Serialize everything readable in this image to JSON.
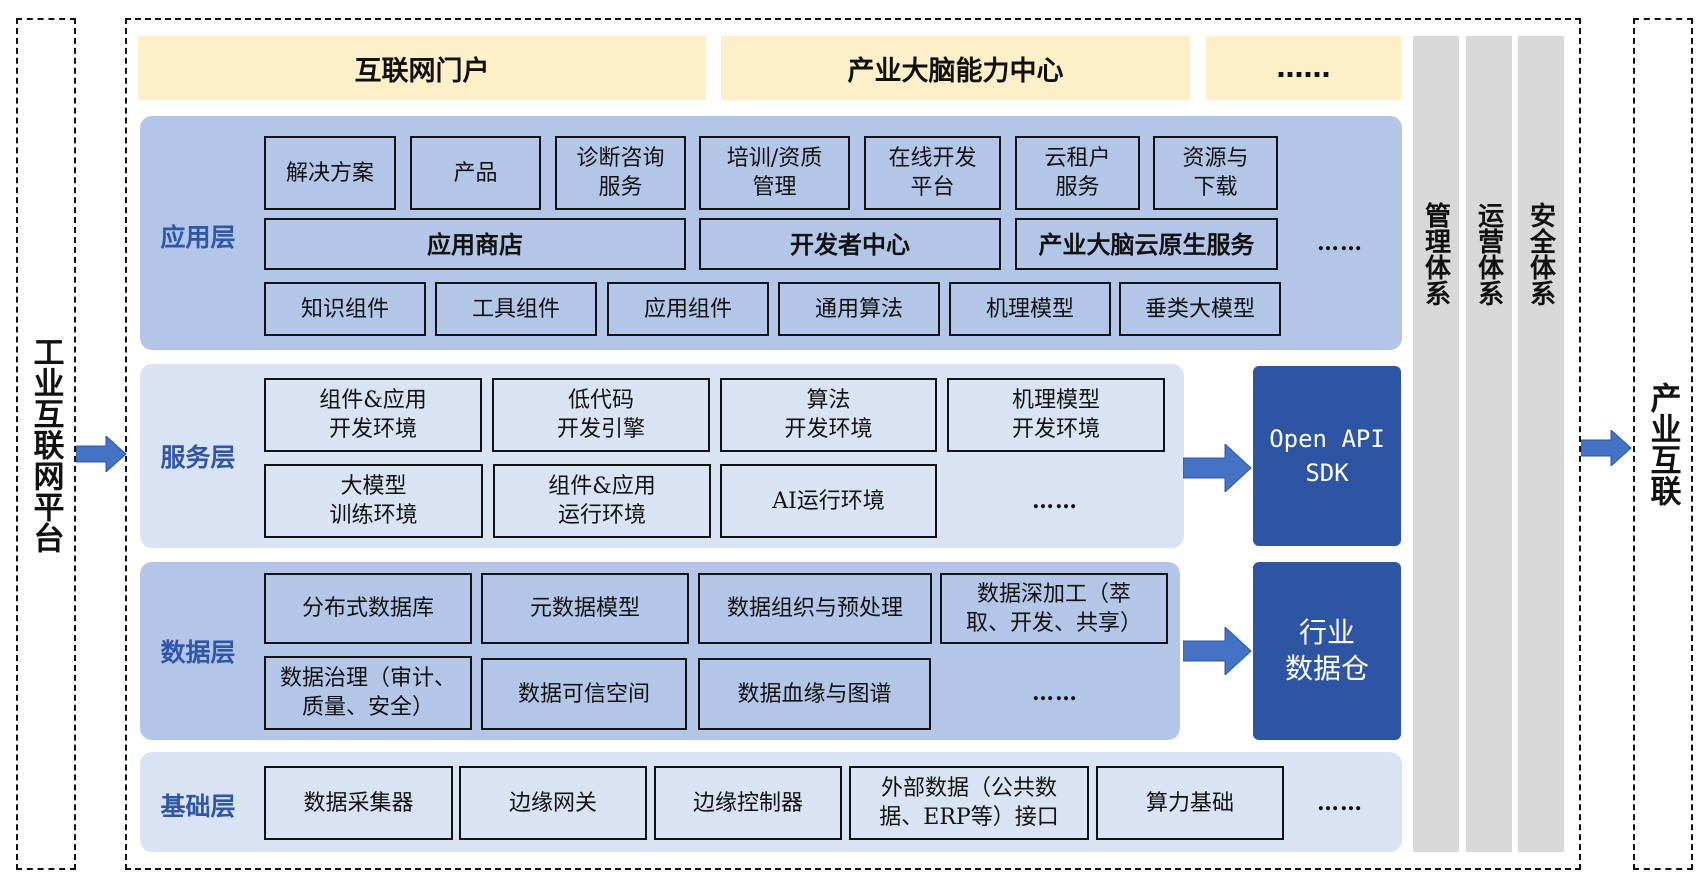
{
  "left_platform": "工业互联网平台",
  "right_output": "产业互联",
  "portals": [
    "互联网门户",
    "产业大脑能力中心",
    "……"
  ],
  "side_systems": [
    "管理体系",
    "运营体系",
    "安全体系"
  ],
  "layers": {
    "application": {
      "label": "应用层",
      "row1": [
        "解决方案",
        "产品",
        "诊断咨询\n服务",
        "培训/资质\n管理",
        "在线开发\n平台",
        "云租户\n服务",
        "资源与\n下载"
      ],
      "row2": [
        "应用商店",
        "开发者中心",
        "产业大脑云原生服务"
      ],
      "row2_more": "……",
      "row3": [
        "知识组件",
        "工具组件",
        "应用组件",
        "通用算法",
        "机理模型",
        "垂类大模型"
      ]
    },
    "service": {
      "label": "服务层",
      "row1": [
        "组件&应用\n开发环境",
        "低代码\n开发引擎",
        "算法\n开发环境",
        "机理模型\n开发环境"
      ],
      "row2": [
        "大模型\n训练环境",
        "组件&应用\n运行环境",
        "AI运行环境"
      ],
      "row2_more": "……",
      "output": "Open API\nSDK"
    },
    "data": {
      "label": "数据层",
      "row1": [
        "分布式数据库",
        "元数据模型",
        "数据组织与预处理",
        "数据深加工（萃\n取、开发、共享）"
      ],
      "row2": [
        "数据治理（审计、\n质量、安全）",
        "数据可信空间",
        "数据血缘与图谱"
      ],
      "row2_more": "……",
      "output": "行业\n数据仓"
    },
    "foundation": {
      "label": "基础层",
      "items": [
        "数据采集器",
        "边缘网关",
        "边缘控制器",
        "外部数据（公共数\n据、ERP等）接口",
        "算力基础"
      ],
      "more": "……"
    }
  },
  "colors": {
    "portal_bg": "#fdf0c8",
    "layer_app": "#b4c6e7",
    "layer_service": "#dae3f3",
    "layer_data": "#b4c6e7",
    "layer_foundation": "#dae3f3",
    "dark_block": "#2e55a3",
    "label_blue": "#2f56a8",
    "grey_column": "#d8d8d8",
    "arrow": "#4472c4"
  }
}
